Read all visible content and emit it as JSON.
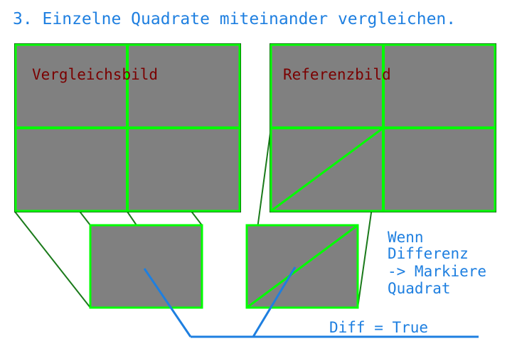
{
  "title": "3. Einzelne Quadrate miteinander vergleichen.",
  "images": {
    "compare_label": "Vergleichsbild",
    "reference_label": "Referenzbild"
  },
  "note": {
    "line1": "Wenn",
    "line2": "Differenz",
    "line3": "-> Markiere",
    "line4": "Quadrat"
  },
  "result_label": "Diff = True",
  "colors": {
    "tile_fill": "#808080",
    "grid_border": "#00ff00",
    "connector_line": "#1a7a1a",
    "arrow_line": "#1e7fe0",
    "title_text": "#1e7fe0",
    "image_label_text": "#7a0000"
  }
}
